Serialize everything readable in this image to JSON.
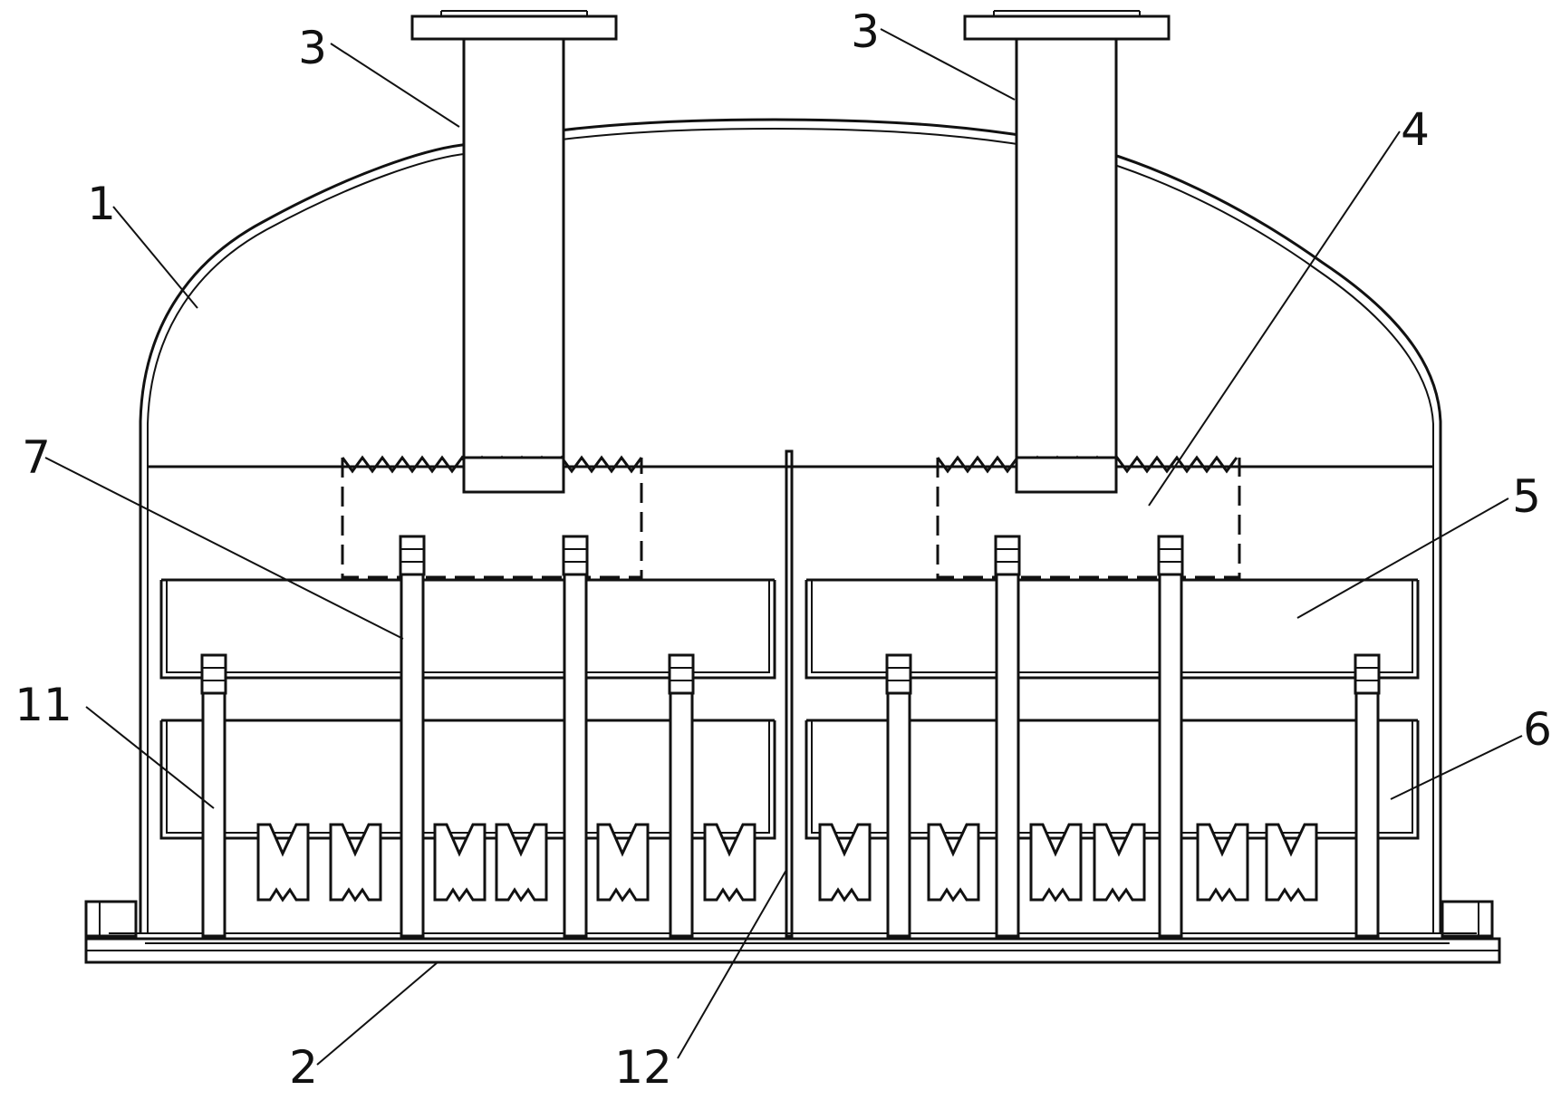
{
  "drawing": {
    "part_labels": {
      "shell": "1",
      "base_plate": "2",
      "pipe_left": "3",
      "pipe_right": "3",
      "sawtooth_box": "4",
      "upper_tray": "5",
      "lower_tray": "6",
      "support_rod": "7",
      "frame_rod": "11",
      "partition": "12"
    }
  }
}
